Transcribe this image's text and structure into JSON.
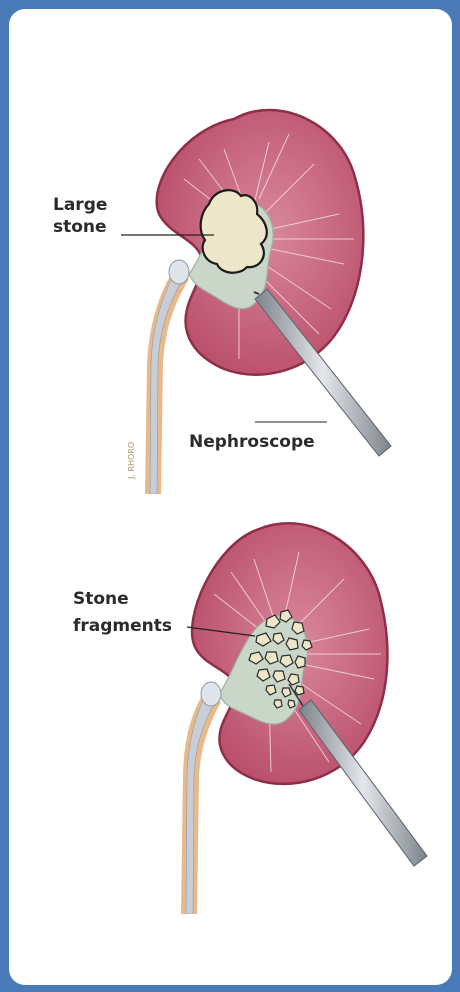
{
  "diagram": {
    "top": {
      "label_line1": "Large",
      "label_line2": "stone",
      "tool_label": "Nephroscope",
      "artist_signature": "J. RHORO"
    },
    "bottom": {
      "label_line1": "Stone",
      "label_line2": "fragments"
    }
  },
  "colors": {
    "frame": "#4a79b8",
    "card": "#ffffff",
    "kidney_outer": "#b94e6a",
    "kidney_inner": "#c96a84",
    "kidney_rim": "#8e2e48",
    "pelvis": "#c9d6c8",
    "stone": "#ede6c8",
    "ureter_outer": "#e8b98a",
    "ureter_inner": "#c9ced6",
    "scope": "#a9aeb5"
  }
}
